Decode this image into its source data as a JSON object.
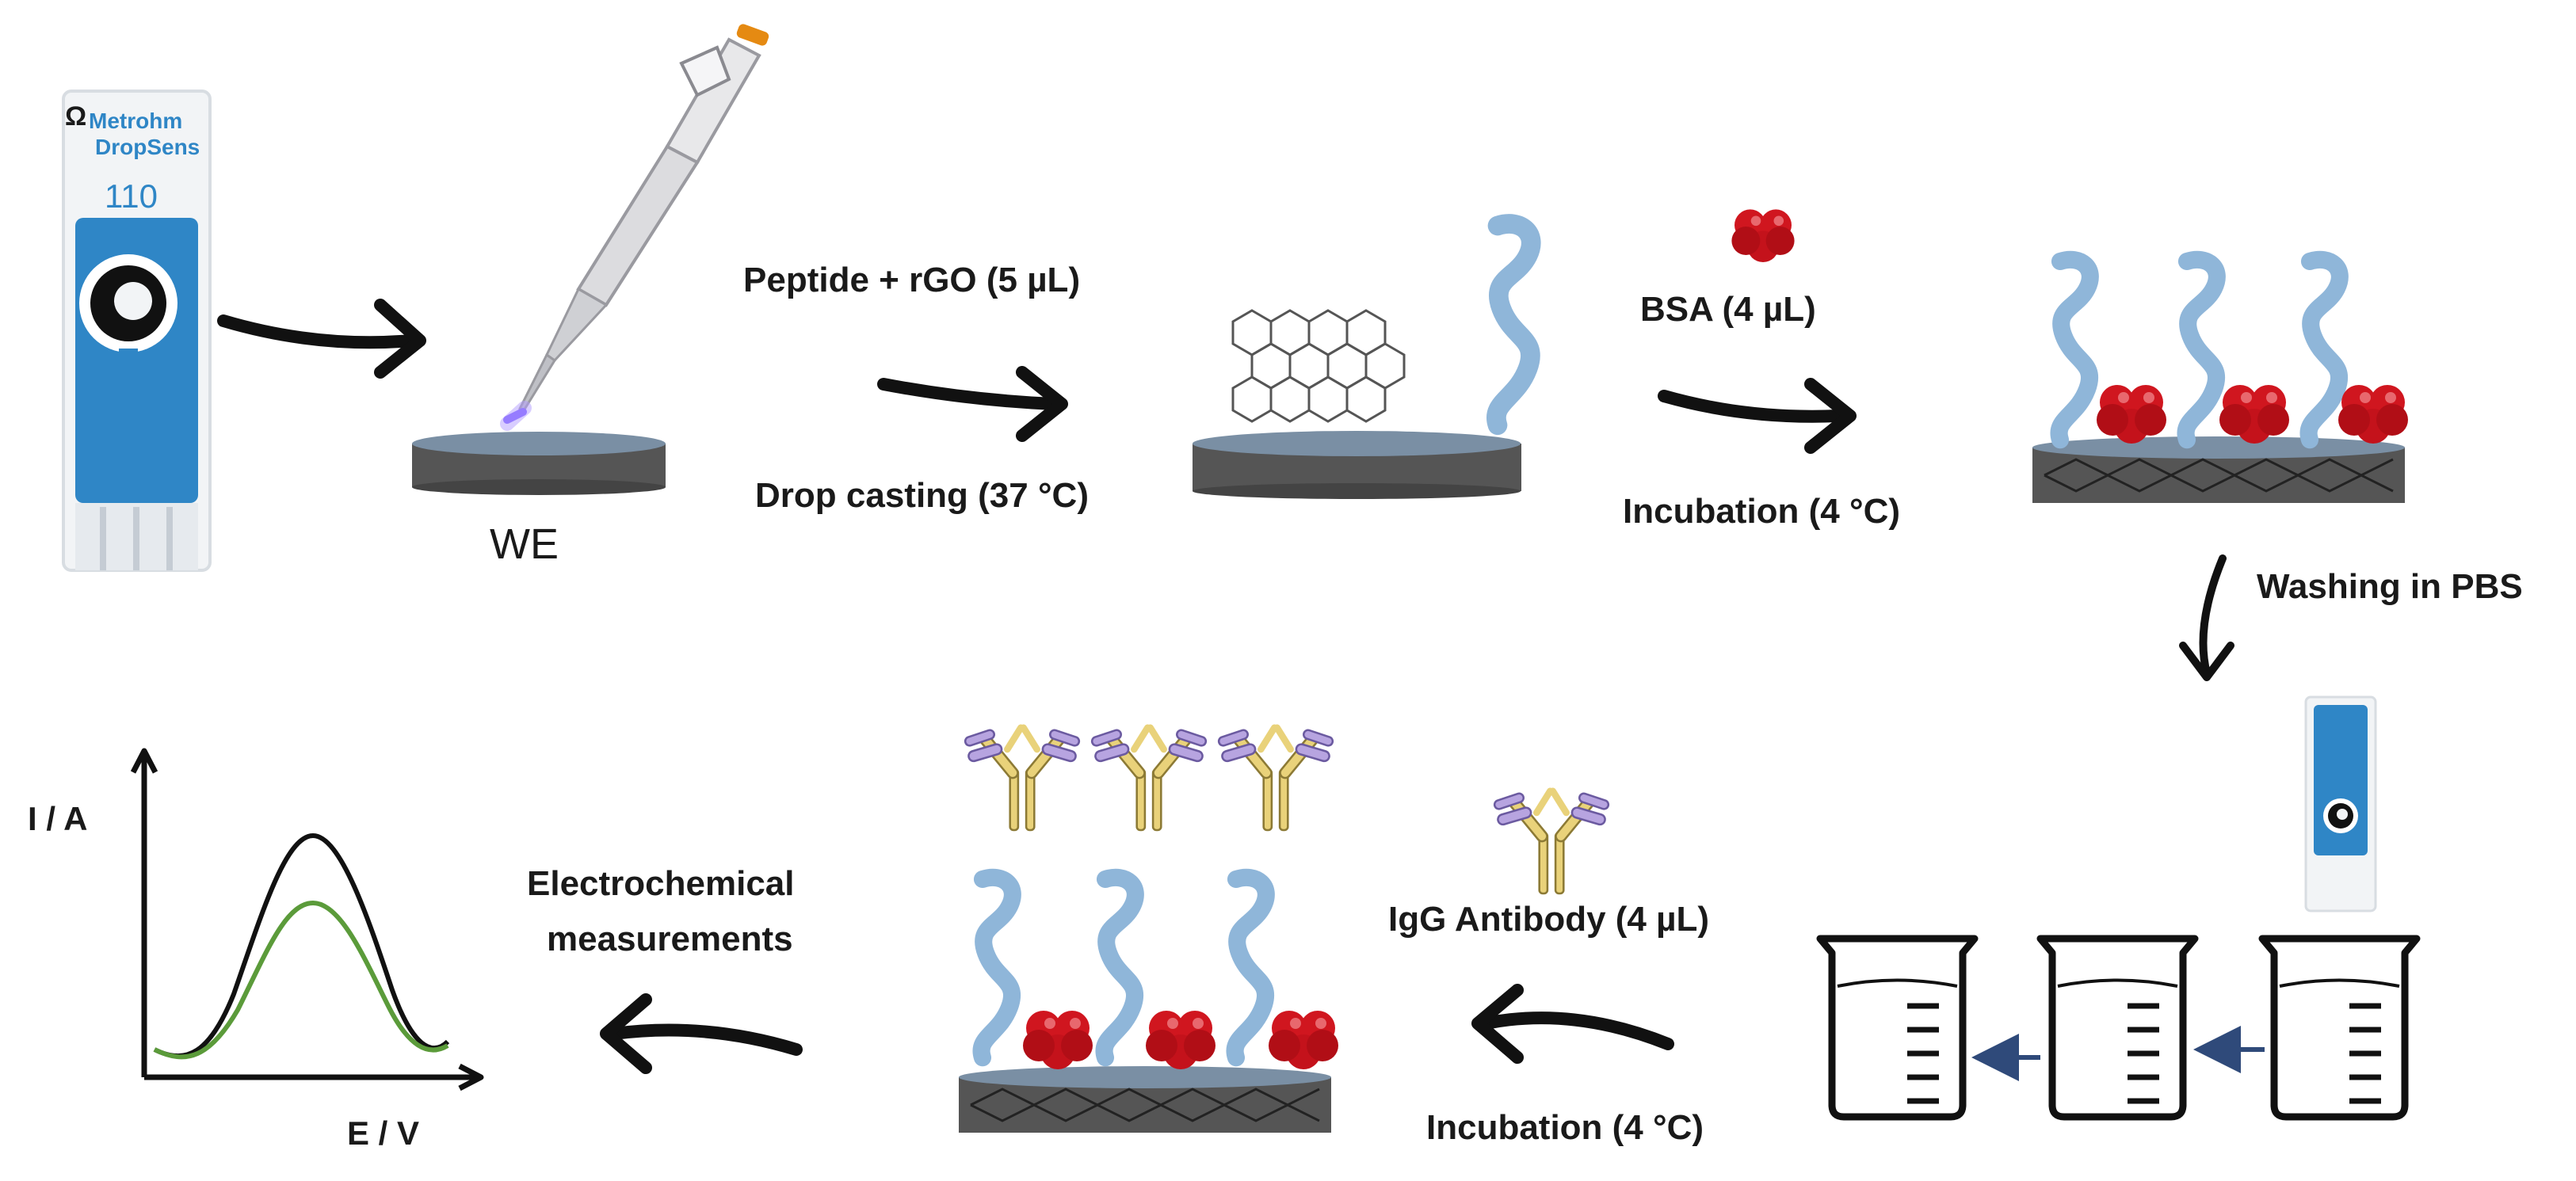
{
  "steps": {
    "electrode_label": "WE",
    "step1_top": "Peptide + rGO (5 µL)",
    "step1_bottom": "Drop casting (37 °C)",
    "step2_top": "BSA (4 µL)",
    "step2_bottom": "Incubation (4 °C)",
    "step3": "Washing in PBS",
    "step4_top": "IgG Antibody (4 µL)",
    "step4_bottom": "Incubation (4 °C)",
    "step5_line1": "Electrochemical",
    "step5_line2": "measurements"
  },
  "sensor": {
    "brand_line1": "Metrohm",
    "brand_line2": "DropSens",
    "model": "110"
  },
  "plot": {
    "ylabel": "I / A",
    "xlabel": "E / V"
  },
  "colors": {
    "sensor_blue": "#2f86c6",
    "peptide_blue": "#8fb6d9",
    "bsa_red": "#d0161f",
    "electrode_dark": "#555555",
    "antibody_yellow": "#e9d27a",
    "antibody_purple": "#b7a4e0",
    "curve_black": "#111111",
    "curve_green": "#5b9b3a",
    "beaker_arrow": "#2f4a7a"
  }
}
